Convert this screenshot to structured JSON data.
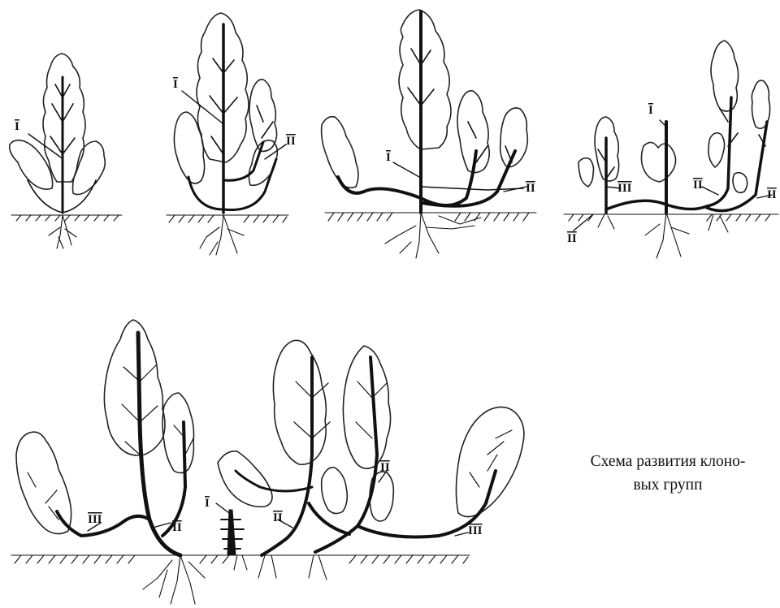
{
  "caption": {
    "line1": "Схема развития клоно-",
    "line2": "вых групп"
  },
  "labels": {
    "i": "I",
    "ii": "II",
    "iii": "III"
  }
}
